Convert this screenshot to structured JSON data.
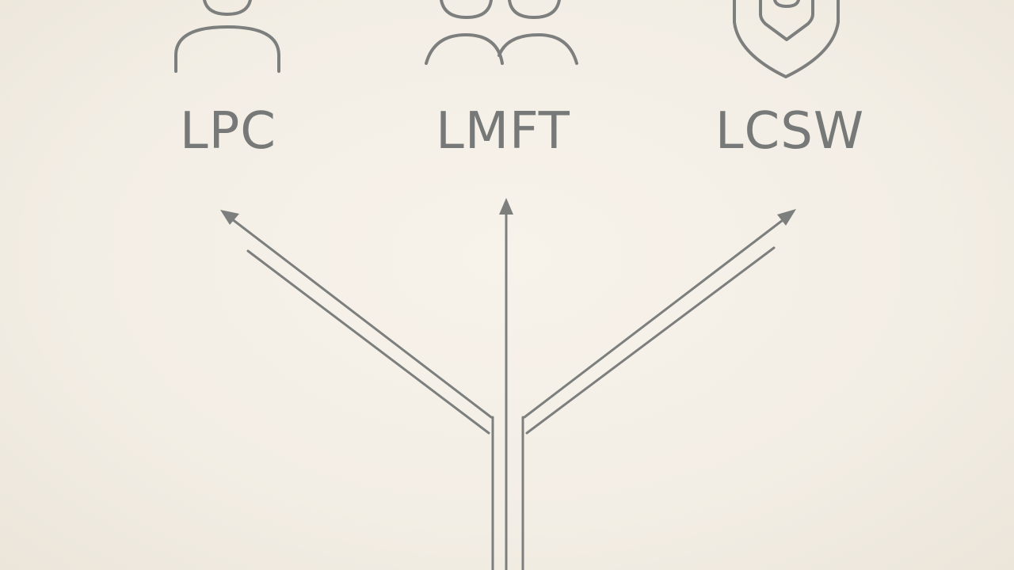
{
  "colors": {
    "stroke": "#7c7f7d",
    "text": "#767977",
    "background": "#f4efe6"
  },
  "paths": [
    {
      "label": "LPC",
      "icon": "person-icon"
    },
    {
      "label": "LMFT",
      "icon": "couple-icon"
    },
    {
      "label": "LCSW",
      "icon": "shield-heart-icon"
    }
  ]
}
